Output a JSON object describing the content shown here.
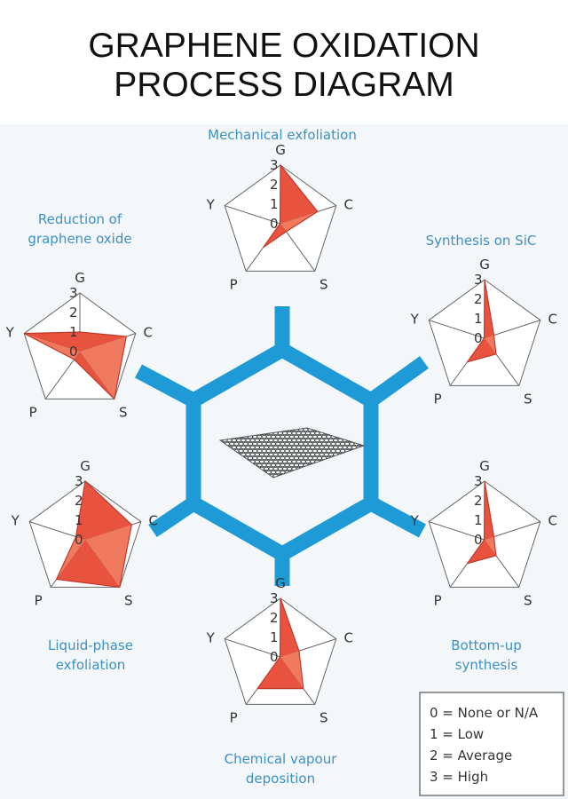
{
  "title": {
    "line1": "GRAPHENE OXIDATION",
    "line2": "PROCESS DIAGRAM"
  },
  "colors": {
    "hexagon": "#1e9ad6",
    "radar_fill": "#e8533f",
    "radar_fill_light": "#f07a60",
    "label": "#3d8fc4",
    "grid": "#666666"
  },
  "axes": [
    "G",
    "C",
    "S",
    "P",
    "Y"
  ],
  "ring_labels": [
    "0",
    "1",
    "2",
    "3"
  ],
  "methods": [
    {
      "id": "mechanical",
      "label_lines": [
        "Mechanical exfoliation"
      ],
      "values": {
        "G": 3,
        "C": 2,
        "S": 0.5,
        "P": 1.5,
        "Y": 0
      }
    },
    {
      "id": "synthesis-sic",
      "label_lines": [
        "Synthesis on SiC"
      ],
      "values": {
        "G": 3,
        "C": 0.5,
        "S": 1,
        "P": 1.5,
        "Y": 0
      }
    },
    {
      "id": "bottom-up",
      "label_lines": [
        "Bottom-up",
        "synthesis"
      ],
      "values": {
        "G": 3,
        "C": 0.5,
        "S": 1,
        "P": 1.5,
        "Y": 0
      }
    },
    {
      "id": "cvd",
      "label_lines": [
        "Chemical vapour",
        "deposition"
      ],
      "values": {
        "G": 3,
        "C": 1,
        "S": 2,
        "P": 2,
        "Y": 0
      }
    },
    {
      "id": "liquid-phase",
      "label_lines": [
        "Liquid-phase",
        "exfoliation"
      ],
      "values": {
        "G": 3,
        "C": 2.5,
        "S": 3,
        "P": 2.5,
        "Y": 0.5
      }
    },
    {
      "id": "reduction-go",
      "label_lines": [
        "Reduction of",
        "graphene oxide"
      ],
      "values": {
        "G": 1,
        "C": 2.5,
        "S": 3,
        "P": 0.5,
        "Y": 3
      }
    }
  ],
  "legend": {
    "items": [
      "0 = None or N/A",
      "1 = Low",
      "2 = Average",
      "3 = High"
    ]
  }
}
